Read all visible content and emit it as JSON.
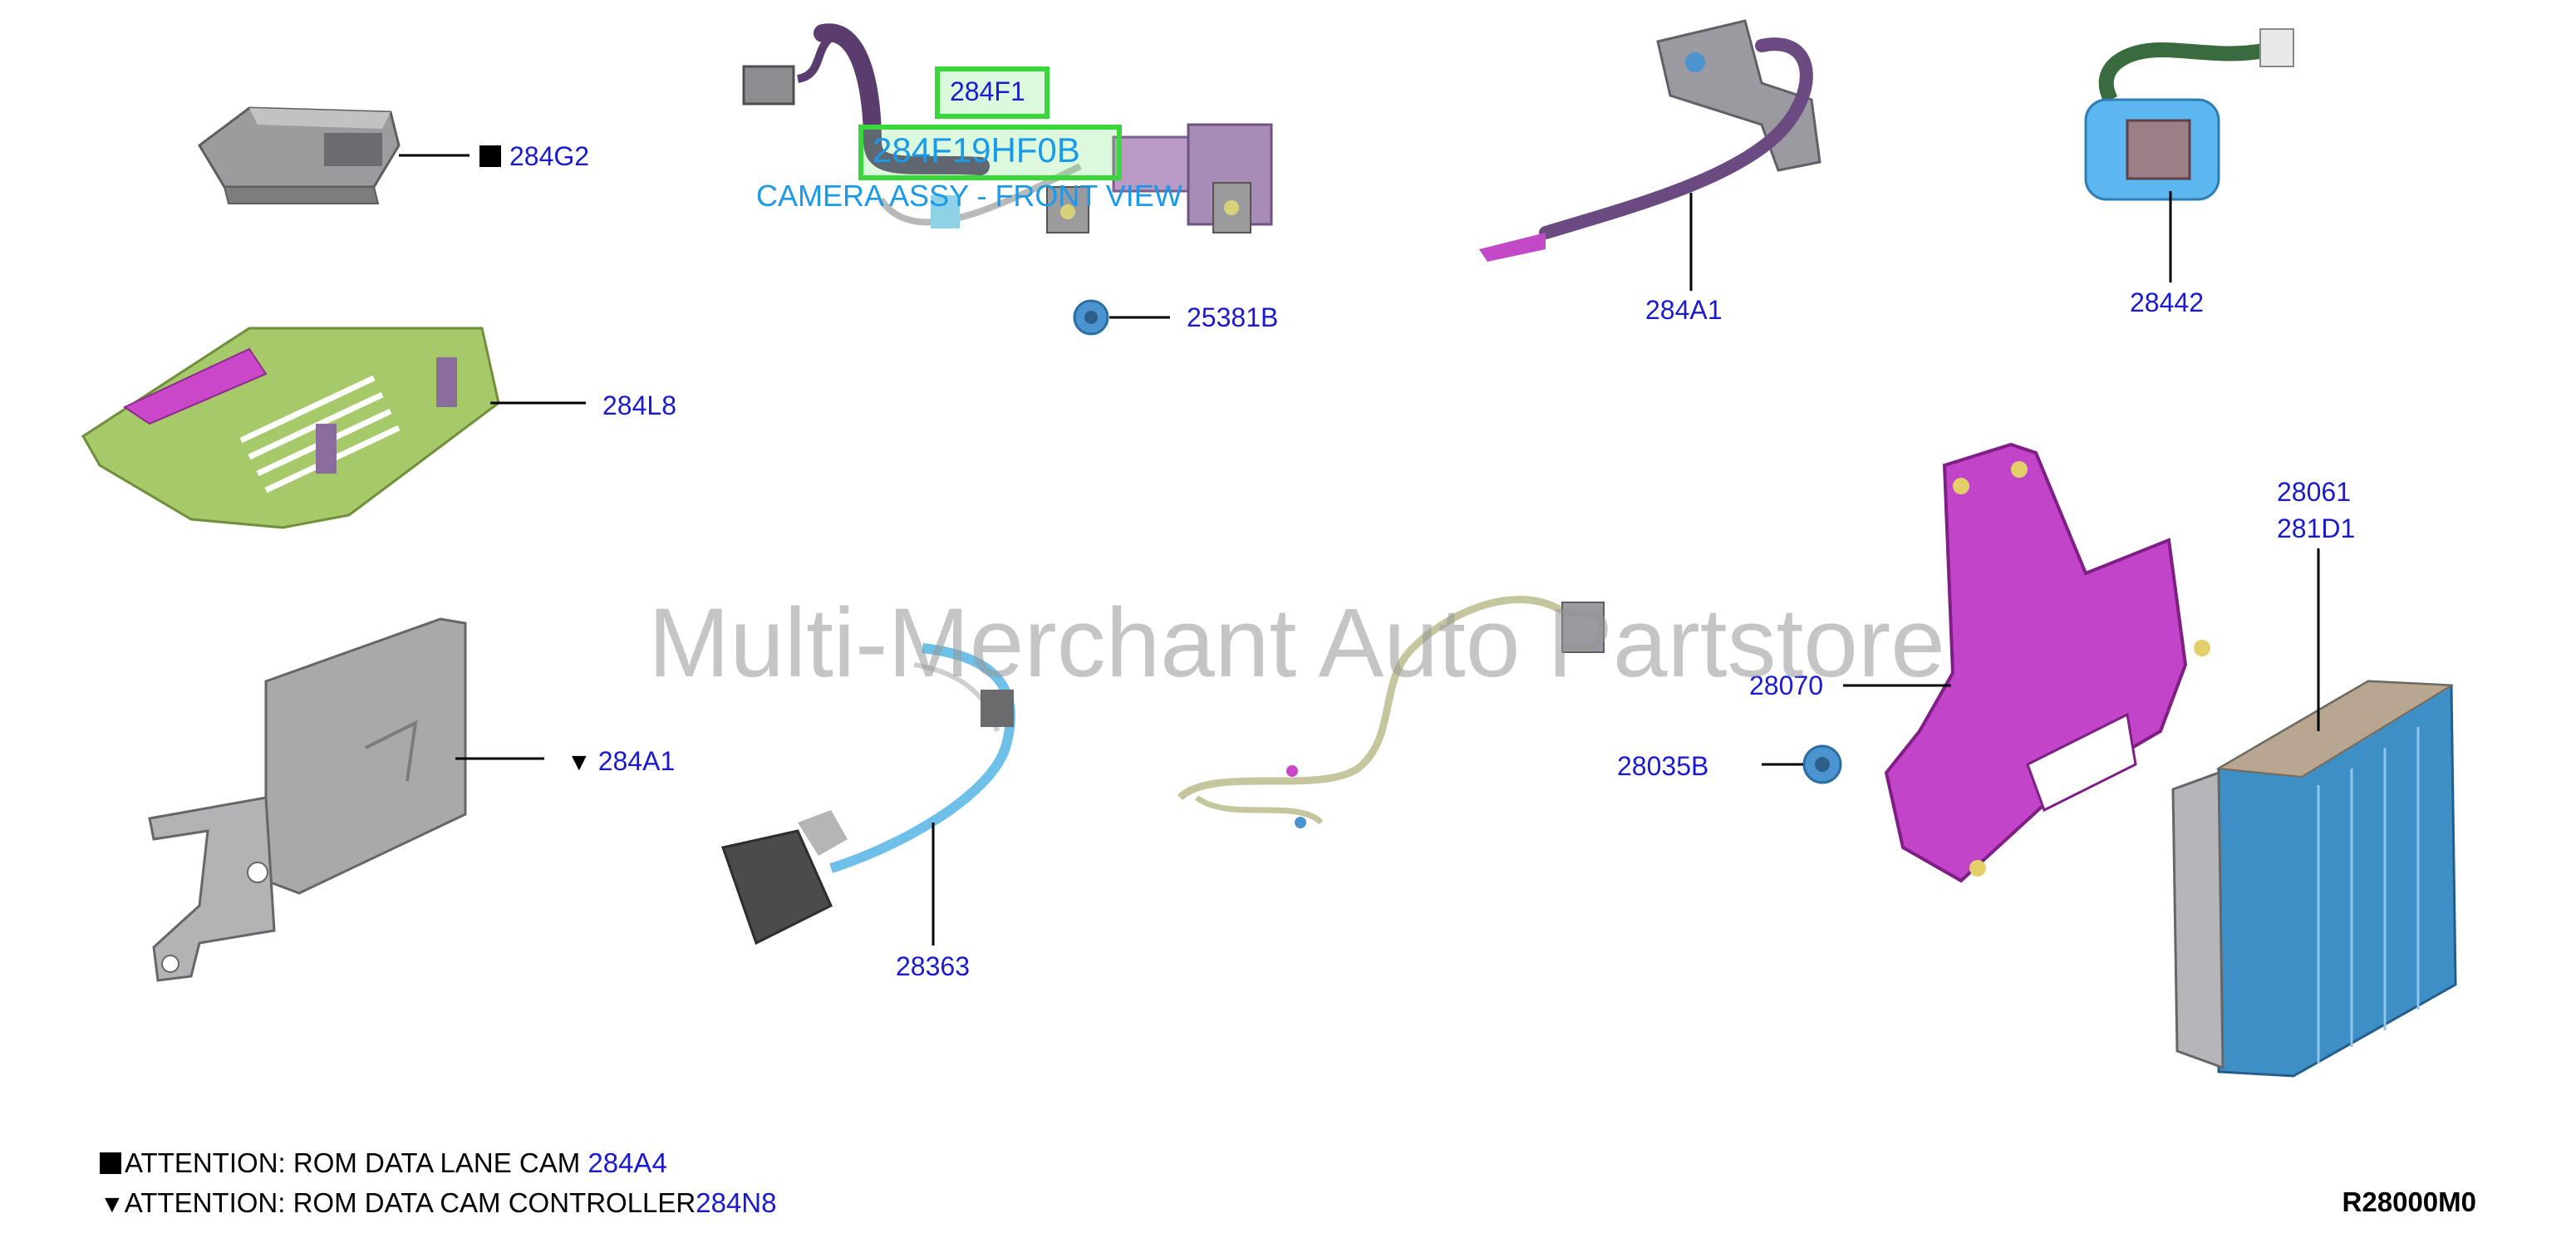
{
  "diagram": {
    "watermark": "Multi-Merchant Auto Partstore",
    "highlight": {
      "part_number_small": "284F1",
      "part_number_full": "284F19HF0B",
      "caption": "CAMERA ASSY - FRONT VIEW"
    },
    "callouts": [
      {
        "key": "c284G2",
        "label": "284G2",
        "marker": "square"
      },
      {
        "key": "c25381B",
        "label": "25381B"
      },
      {
        "key": "c284A1_top",
        "label": "284A1"
      },
      {
        "key": "c28442",
        "label": "28442"
      },
      {
        "key": "c284L8",
        "label": "284L8"
      },
      {
        "key": "c28061",
        "label": "28061"
      },
      {
        "key": "c281D1",
        "label": "281D1"
      },
      {
        "key": "c28070",
        "label": "28070"
      },
      {
        "key": "c284A1_mid",
        "label": "284A1",
        "marker": "triangle"
      },
      {
        "key": "c28035B",
        "label": "28035B"
      },
      {
        "key": "c28363",
        "label": "28363"
      }
    ],
    "notes": [
      {
        "text": "ATTENTION: ROM DATA LANE CAM ",
        "code": "284A4",
        "marker": "square"
      },
      {
        "text": "ATTENTION: ROM DATA CAM CONTROLLER",
        "code": "284N8",
        "marker": "triangle"
      }
    ],
    "diagram_code": "R28000M0",
    "colors": {
      "callout_text": "#1a1ad0",
      "highlight_green": "#39d739",
      "caption_blue": "#1a9ae8",
      "part_gray": "#a9a9ab",
      "part_green": "#a6c96a",
      "part_magenta": "#c244c8",
      "part_purple": "#8a6d9c",
      "part_blue": "#3f8fc7"
    }
  }
}
